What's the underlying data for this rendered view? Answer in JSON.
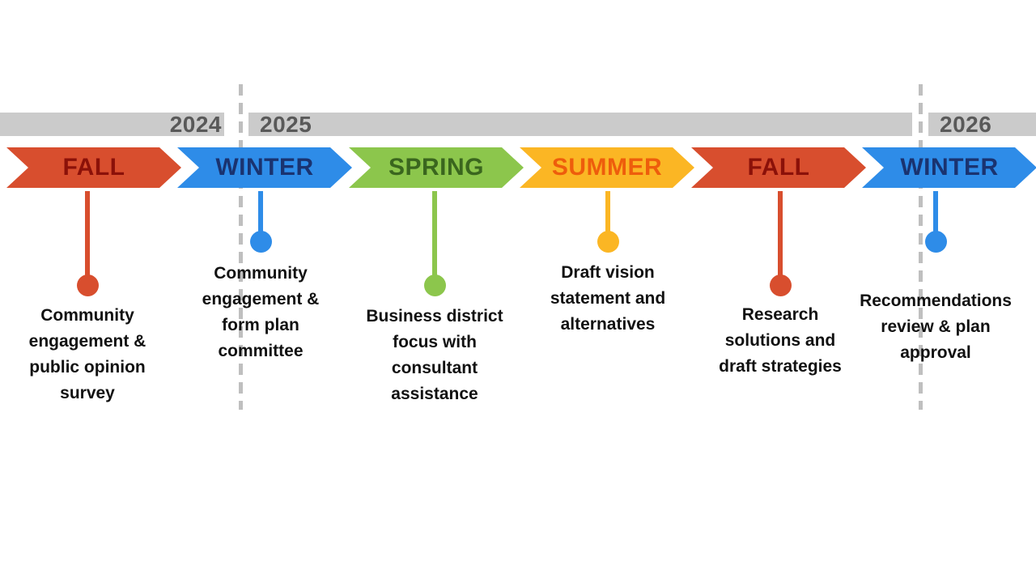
{
  "timeline": {
    "year_bar_color": "#CBCBCB",
    "year_text_color": "#595959",
    "divider_color": "#BFBFBF",
    "years": [
      {
        "label": "2024"
      },
      {
        "label": "2025"
      },
      {
        "label": "2026"
      }
    ],
    "milestones": [
      {
        "season": "FALL",
        "fill": "#D84E2E",
        "label_color": "#8B1109",
        "description": "Community\nengagement &\npublic opinion\nsurvey"
      },
      {
        "season": "WINTER",
        "fill": "#2E8CE8",
        "label_color": "#1A3370",
        "description": "Community\nengagement &\nform plan\ncommittee"
      },
      {
        "season": "SPRING",
        "fill": "#8CC64C",
        "label_color": "#3A661E",
        "description": "Business district\nfocus with\nconsultant\nassistance"
      },
      {
        "season": "SUMMER",
        "fill": "#FBB624",
        "label_color": "#EE5D0C",
        "description": "Draft vision\nstatement and\nalternatives"
      },
      {
        "season": "FALL",
        "fill": "#D84E2E",
        "label_color": "#8B1109",
        "description": "Research\nsolutions and\ndraft strategies"
      },
      {
        "season": "WINTER",
        "fill": "#2E8CE8",
        "label_color": "#1A3370",
        "description": "Recommendations\nreview & plan\napproval"
      }
    ]
  }
}
